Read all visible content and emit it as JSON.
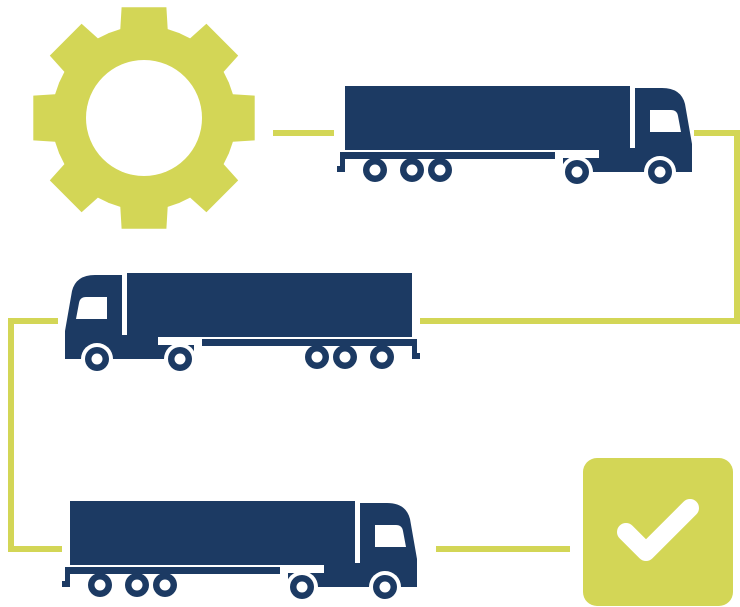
{
  "colors": {
    "accent": "#d3d656",
    "truck": "#1c3a63",
    "window": "#ffffff",
    "background": "#ffffff"
  },
  "nodes": [
    {
      "id": "gear",
      "icon": "gear-icon"
    },
    {
      "id": "truck-1",
      "icon": "truck-icon",
      "facing": "right"
    },
    {
      "id": "truck-2",
      "icon": "truck-icon",
      "facing": "left"
    },
    {
      "id": "truck-3",
      "icon": "truck-icon",
      "facing": "right"
    },
    {
      "id": "done",
      "icon": "checkmark-icon"
    }
  ],
  "connectors": [
    {
      "from": "gear",
      "to": "truck-1"
    },
    {
      "from": "truck-1",
      "to": "truck-2"
    },
    {
      "from": "truck-2",
      "to": "truck-3"
    },
    {
      "from": "truck-3",
      "to": "done"
    }
  ]
}
